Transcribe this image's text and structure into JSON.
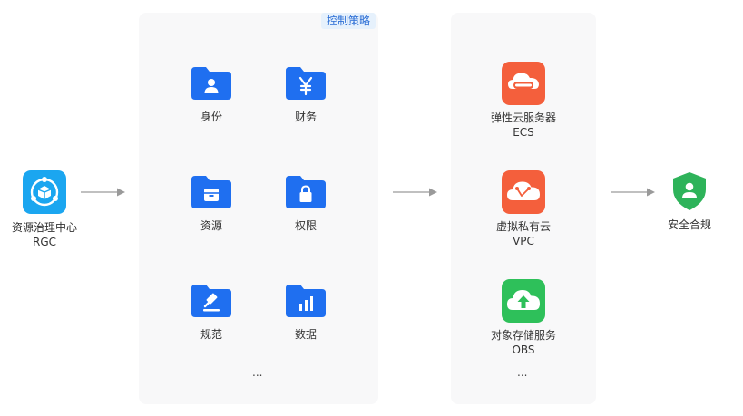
{
  "source": {
    "name": "资源治理中心",
    "abbr": "RGC",
    "icon": "rgc-icon"
  },
  "policy_group": {
    "tag": "控制策略",
    "items": [
      {
        "label": "身份",
        "icon": "folder-user-icon"
      },
      {
        "label": "财务",
        "icon": "folder-yen-icon"
      },
      {
        "label": "资源",
        "icon": "folder-box-icon"
      },
      {
        "label": "权限",
        "icon": "folder-lock-icon"
      },
      {
        "label": "规范",
        "icon": "folder-gavel-icon"
      },
      {
        "label": "数据",
        "icon": "folder-chart-icon"
      }
    ],
    "more": "..."
  },
  "services": {
    "items": [
      {
        "name": "弹性云服务器",
        "abbr": "ECS",
        "icon": "ecs-icon",
        "color": "#f45f3c"
      },
      {
        "name": "虚拟私有云",
        "abbr": "VPC",
        "icon": "vpc-icon",
        "color": "#f45f3c"
      },
      {
        "name": "对象存储服务",
        "abbr": "OBS",
        "icon": "obs-icon",
        "color": "#2ec05a"
      }
    ],
    "more": "..."
  },
  "result": {
    "label": "安全合规",
    "icon": "shield-user-icon",
    "color": "#2eb35a"
  },
  "colors": {
    "folder": "#1f6ff0",
    "rgc": "#1ba6f0",
    "arrow": "#9a9a9a",
    "panel": "#f8f8f9"
  }
}
